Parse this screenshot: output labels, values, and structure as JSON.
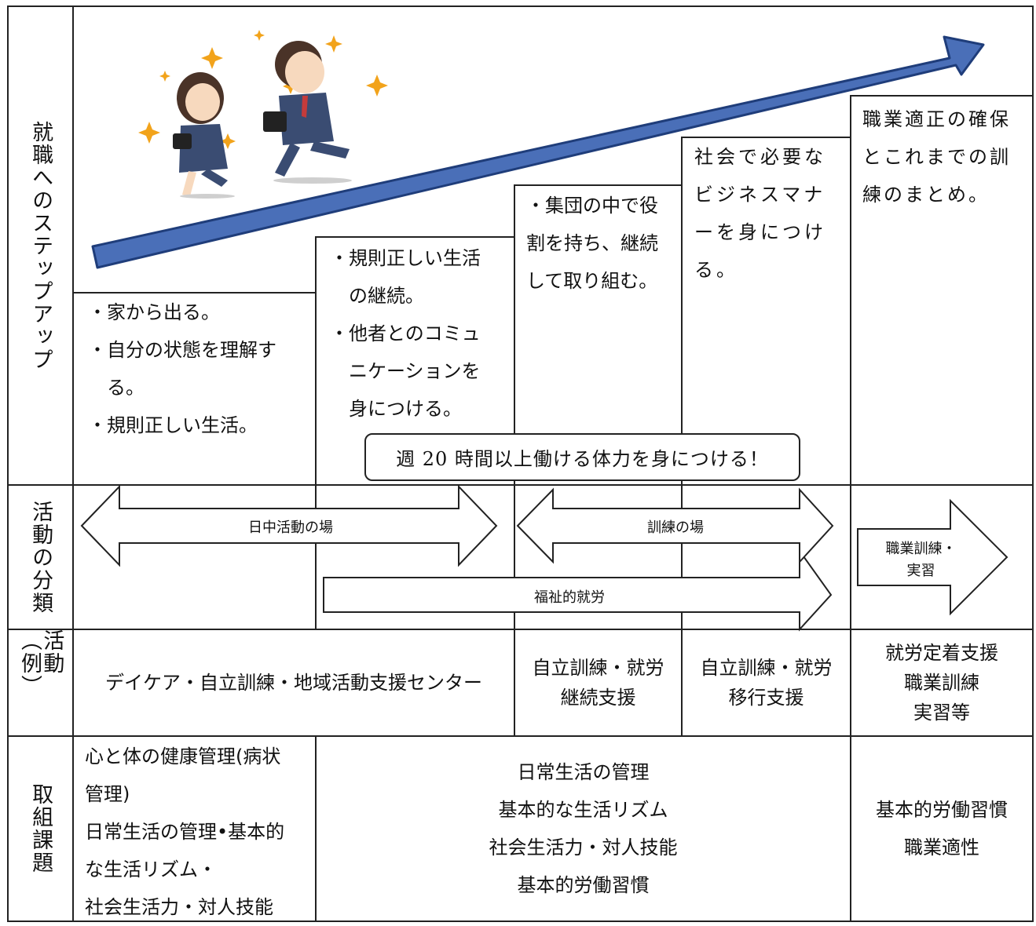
{
  "rows": {
    "step": "就職へのステップアップ",
    "activity_class": "活動の分類",
    "activity_example": "活動︵例︶",
    "issues": "取組課題"
  },
  "steps": [
    {
      "lines": [
        "・家から出る。",
        "・自分の状態を理解す",
        "　る。",
        "・規則正しい生活。"
      ]
    },
    {
      "lines": [
        "・規則正しい生活",
        "　の継続。",
        "・他者とのコミュ",
        "　ニケーションを",
        "　身につける。"
      ]
    },
    {
      "lines": [
        "・集団の中で役",
        "割を持ち、継続",
        "して取り組む。"
      ]
    },
    {
      "lines": [
        "社会で必要な",
        "ビジネスマナ",
        "ーを身につけ",
        "る。"
      ]
    },
    {
      "lines": [
        "職業適正の確保",
        "とこれまでの訓",
        "練のまとめ。"
      ]
    }
  ],
  "callout": "週 20 時間以上働ける体力を身につける！",
  "classification": {
    "daytime": "日中活動の場",
    "training": "訓練の場",
    "welfare": "福祉的就労",
    "vocational_line1": "職業訓練・",
    "vocational_line2": "実習"
  },
  "examples": {
    "col1": "デイケア・自立訓練・地域活動支援センター",
    "col2": [
      "自立訓練・就労",
      "継続支援"
    ],
    "col3": [
      "自立訓練・就労",
      "移行支援"
    ],
    "col4": [
      "就労定着支援",
      "職業訓練",
      "実習等"
    ]
  },
  "issues": {
    "col1": [
      "心と体の健康管理(病状",
      "管理)",
      "日常生活の管理•基本的",
      "な生活リズム・",
      "社会生活力・対人技能"
    ],
    "col2": [
      "日常生活の管理",
      "基本的な生活リズム",
      "社会生活力・対人技能",
      "基本的労働習慣"
    ],
    "col3": [
      "基本的労働習慣",
      "職業適性"
    ]
  },
  "colors": {
    "arrow_fill": "#4a6fb8",
    "arrow_stroke": "#1f3d7a",
    "line": "#222222"
  }
}
